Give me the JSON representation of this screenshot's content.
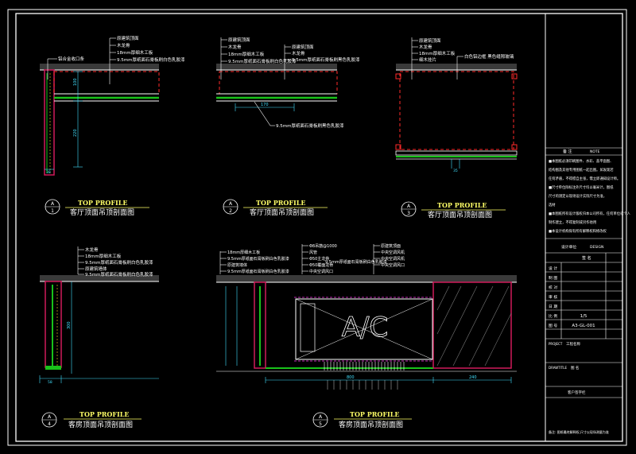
{
  "colors": {
    "frame": "#ffffff",
    "ceiling": "#3a3a3a",
    "wall": "#d01a5a",
    "dash_red": "#ff2a2a",
    "green": "#19c21a",
    "label": "#ffffff",
    "title_text": "#ffff66",
    "cyan": "#41e0ff",
    "magenta": "#ff3df0",
    "yellow": "#ffd21a"
  },
  "sections": [
    {
      "number": "1",
      "letter": "A",
      "title_en": "TOP PROFILE",
      "title_cn": "客厅顶面吊顶剖面图",
      "callouts": [
        "原建筑顶面",
        "木龙骨",
        "18mm厚细木工板",
        "9.5mm厚纸面石膏板刷白色乳胶漆"
      ],
      "side_callout": "铝合金收口条",
      "dims": [
        "100",
        "220",
        "38"
      ]
    },
    {
      "number": "2",
      "letter": "A",
      "title_en": "TOP PROFILE",
      "title_cn": "客厅顶面吊顶剖面图",
      "callouts": [
        "原建筑顶面",
        "木龙骨",
        "18mm厚细木工板",
        "9.5mm厚纸面石膏板刷白色乳胶漆"
      ],
      "side_callouts": [
        "原建筑顶面",
        "木龙骨",
        "9.5mm厚纸面石膏板刷黑色乳胶漆"
      ],
      "bottom_callout": "9.5mm厚纸面石膏板刷黑色乳胶漆",
      "dims": [
        "170"
      ]
    },
    {
      "number": "3",
      "letter": "A",
      "title_en": "TOP PROFILE",
      "title_cn": "客厅顶面吊顶剖面图",
      "callouts": [
        "原建筑顶面",
        "木龙骨",
        "18mm厚细木工板",
        "细木挂片"
      ],
      "side_callout": "白色铝边框 黑色缝隙玻璃",
      "dims": [
        "35"
      ]
    },
    {
      "number": "4",
      "letter": "A",
      "title_en": "TOP PROFILE",
      "title_cn": "客房顶面吊顶剖面图",
      "callouts": [
        "木龙骨",
        "18mm厚细木工板",
        "9.5mm厚纸面石膏板刷白色乳胶漆",
        "原建筑墙体",
        "9.5mm厚纸面石膏板刷白色乳胶漆"
      ],
      "dims": [
        "300",
        "58"
      ]
    },
    {
      "number": "5",
      "letter": "A",
      "title_en": "TOP PROFILE",
      "title_cn": "客房顶面吊顶剖面图",
      "callouts": [
        "18mm厚细木工板",
        "9.5mm厚纸面石膏板刷白色乳胶漆",
        "原建筑墙体",
        "9.5mm厚纸面石膏板刷白色乳胶漆"
      ],
      "middle_callouts": [
        "Φ8吊筋@1000",
        "风管",
        "Φ50主龙骨",
        "Φ50覆面龙骨",
        "中央空调风口",
        "9.5mm厚纸面石膏板刷白色乳胶漆"
      ],
      "right_callouts": [
        "原建筑顶面",
        "中央空调风机",
        "中央空调风机",
        "中央空调风口"
      ],
      "unit_label": "A/C",
      "dims": [
        "800",
        "240"
      ]
    }
  ],
  "title_block": {
    "notes_header": "备 注",
    "notes_header_right": "NOTE",
    "notes": [
      "■本图纸必须印刷图件、水彩、盖平面图、",
      "  结构图及其他专用图纸一起出图。如发现若",
      "  任何矛盾，不得擅自主张，需立即通知设计师。",
      "■尺寸单位除标注外尺寸均以毫米计，图纸",
      "  尺寸的测定以现场设计实际尺寸为准，",
      "  选材",
      "■本图纸所有设计版权归本公司所有，任何单位或个人",
      "  制作建立，不得复制或另作他用",
      "■本设计机构保有所有解释权和修改权"
    ],
    "design_unit_label": "设计单位",
    "design_unit_value": "DESIGN",
    "sign_header": "签 名",
    "rows": [
      {
        "label": "设 计",
        "value": ""
      },
      {
        "label": "制 图",
        "value": ""
      },
      {
        "label": "校 对",
        "value": ""
      },
      {
        "label": "审 核",
        "value": ""
      },
      {
        "label": "日 期",
        "value": ""
      },
      {
        "label": "比 例",
        "value": "1/5"
      },
      {
        "label": "图 号",
        "value": "A3-GL-001"
      }
    ],
    "project_label": "PROJECT",
    "project_value": "工程名称",
    "drawtitle_label": "DRAWTITLE",
    "drawtitle_value": "图 名",
    "client_confirm": "客户签字栏",
    "footer": "备注: 图纸最终解释权,尺寸以现场测量为准"
  }
}
